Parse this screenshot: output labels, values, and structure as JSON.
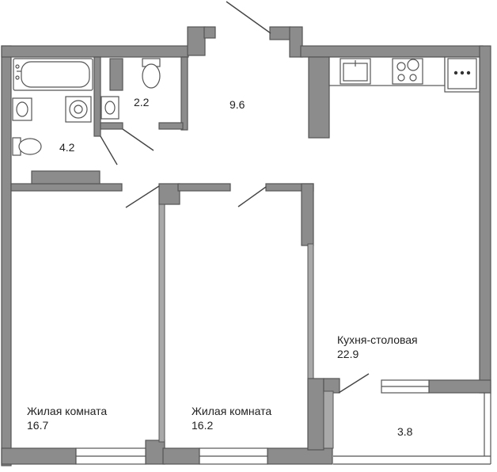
{
  "rooms": {
    "living_room_1": {
      "name": "Жилая комната",
      "area": "16.7"
    },
    "living_room_2": {
      "name": "Жилая комната",
      "area": "16.2"
    },
    "kitchen": {
      "name": "Кухня-столовая",
      "area": "22.9"
    },
    "hallway": {
      "area": "9.6"
    },
    "toilet": {
      "area": "2.2"
    },
    "bathroom": {
      "area": "4.2"
    },
    "balcony": {
      "area": "3.8"
    }
  },
  "colors": {
    "wall": "#8c8c8c",
    "outline": "#555555",
    "background": "#ffffff"
  }
}
